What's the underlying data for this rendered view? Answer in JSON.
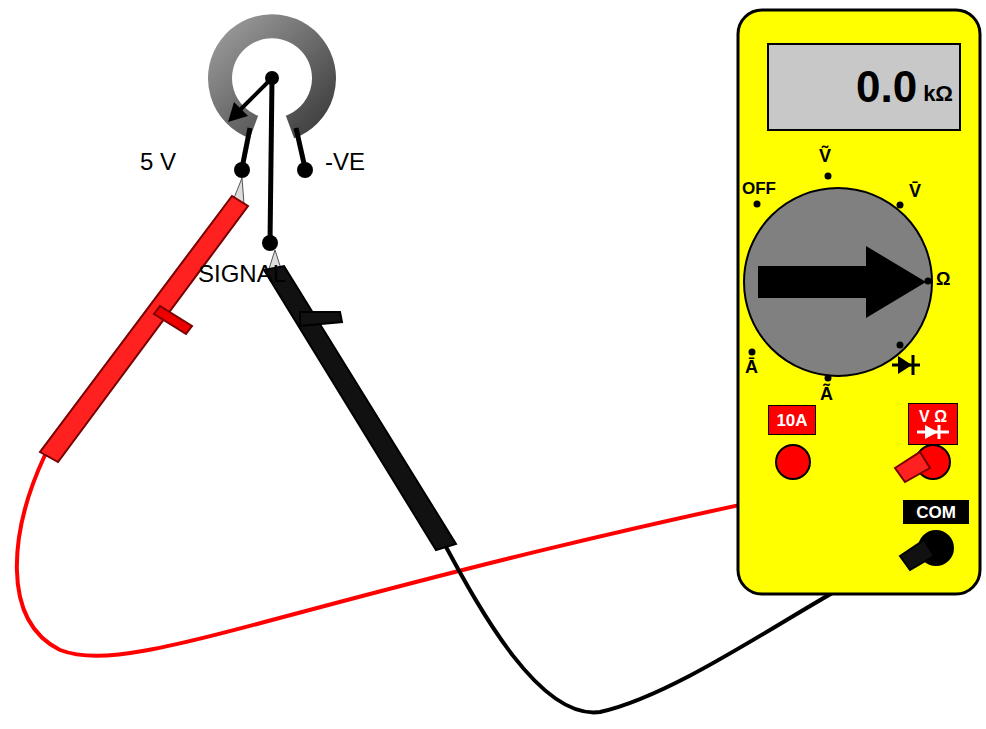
{
  "diagram": {
    "nodes": [
      {
        "text": [
          "0.0",
          "kΩ"
        ]
      },
      {
        "text": [
          "10A"
        ]
      },
      {
        "text": [
          "V Ω"
        ]
      },
      {
        "text": [
          "COM"
        ]
      }
    ],
    "labels": [
      "5 V",
      "-VE",
      "SIGNAL",
      "OFF",
      "Ṽ",
      "V̄",
      "Ω",
      "Ā",
      "Ã"
    ]
  }
}
